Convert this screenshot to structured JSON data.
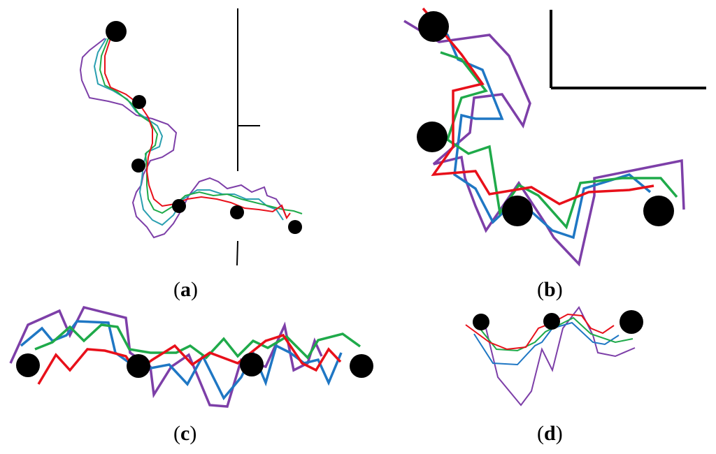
{
  "colors": {
    "purple": "#7d3fa8",
    "blue": "#1f77c4",
    "green": "#1faa4a",
    "red": "#e8101a",
    "teal": "#2a9fb0",
    "dot": "#000000",
    "scale": "#000000"
  },
  "panels": [
    {
      "id": "a",
      "label_open": "(",
      "label_letter": "a",
      "label_close": ")"
    },
    {
      "id": "b",
      "label_open": "(",
      "label_letter": "b",
      "label_close": ")"
    },
    {
      "id": "c",
      "label_open": "(",
      "label_letter": "c",
      "label_close": ")"
    },
    {
      "id": "d",
      "label_open": "(",
      "label_letter": "d",
      "label_close": ")"
    }
  ]
}
